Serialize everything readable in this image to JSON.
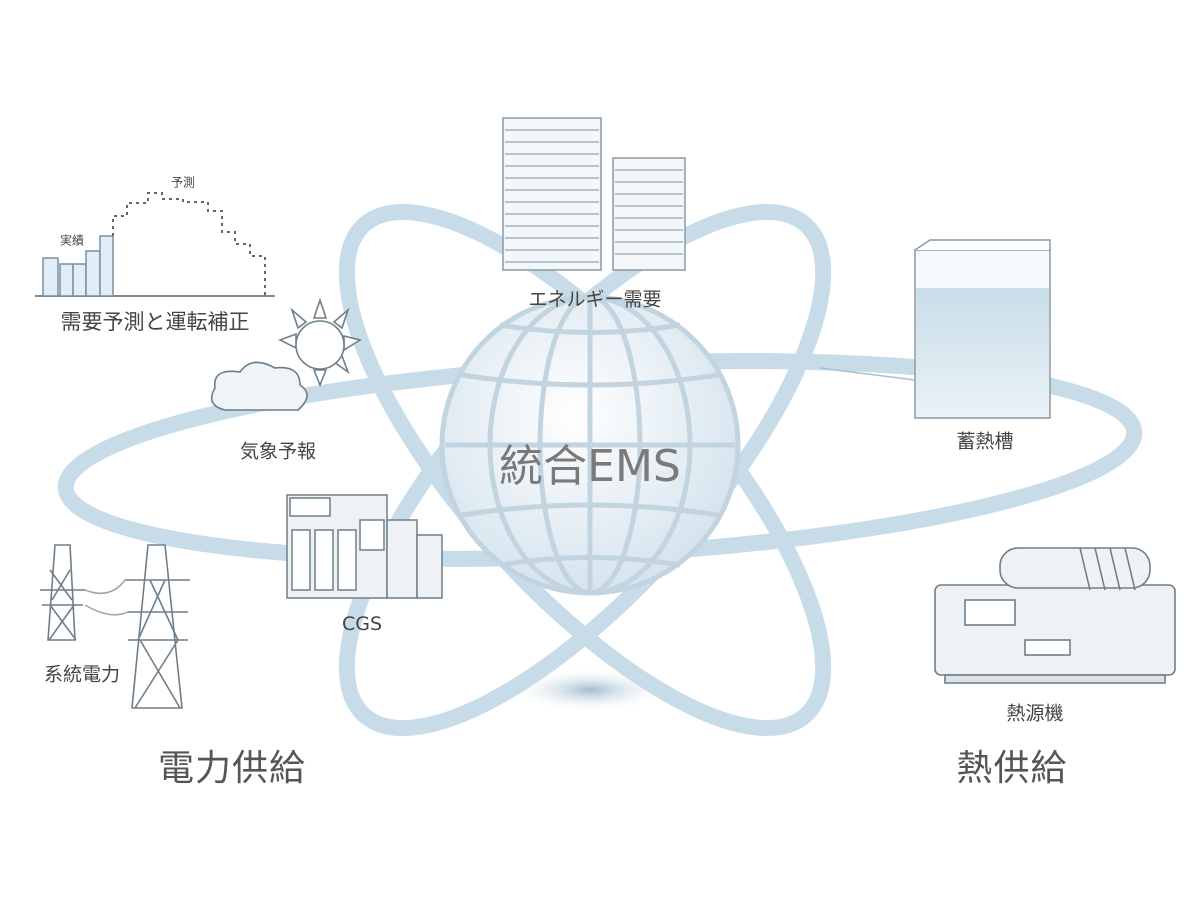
{
  "center_label": "統合EMS",
  "labels": {
    "forecast": "予測",
    "actual": "実績",
    "demand_forecast": "需要予測と運転補正",
    "weather": "気象予報",
    "energy_demand": "エネルギー需要",
    "storage_tank": "蓄熱槽",
    "cgs": "CGS",
    "grid_power": "系統電力",
    "heat_source": "熱源機"
  },
  "sections": {
    "power_supply": "電力供給",
    "heat_supply": "熱供給"
  },
  "colors": {
    "orbit": "#c7dce8",
    "globe": "#dfe9f0",
    "text": "#444444"
  }
}
